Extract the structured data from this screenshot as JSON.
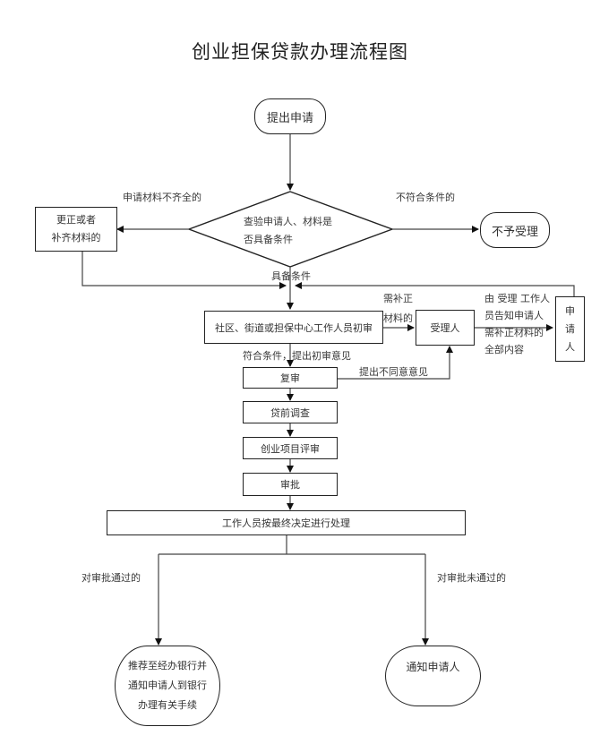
{
  "title": "创业担保贷款办理流程图",
  "nodes": {
    "start": "提出申请",
    "check_line1": "查验申请人、材料是",
    "check_line2": "否具备条件",
    "correct_line1": "更正或者",
    "correct_line2": "补齐材料的",
    "reject": "不予受理",
    "initial_review": "社区、街道或担保中心工作人员初审",
    "handler": "受理人",
    "applicant_line1": "申",
    "applicant_line2": "请",
    "applicant_line3": "人",
    "re_review": "复审",
    "pre_loan": "贷前调查",
    "project_review": "创业项目评审",
    "approval": "审批",
    "final_process": "工作人员按最终决定进行处理",
    "approved_line1": "推荐至经办银行并",
    "approved_line2": "通知申请人到银行",
    "approved_line3": "办理有关手续",
    "notify": "通知申请人"
  },
  "edge_labels": {
    "incomplete": "申请材料不齐全的",
    "not_qualified": "不符合条件的",
    "qualified": "具备条件",
    "need_supplement_line1": "需补正",
    "need_supplement_line2": "材料的",
    "notify_line1": "由 受理 工作人",
    "notify_line2": "员告知申请人",
    "notify_line3": "需补正材料的",
    "notify_line4": "全部内容",
    "meets_condition": "符合条件，提出初审意见",
    "disagree": "提出不同意意见",
    "passed": "对审批通过的",
    "not_passed": "对审批未通过的"
  },
  "colors": {
    "line": "#333333",
    "text": "#3a3a3a"
  }
}
